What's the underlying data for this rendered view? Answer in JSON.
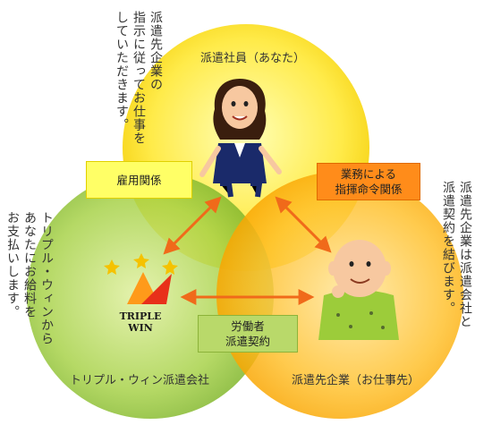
{
  "circles": {
    "worker": {
      "label": "派遣社員（あなた）",
      "color": "#ffe600"
    },
    "company": {
      "label": "トリプル・ウィン派遣会社",
      "color": "#8cc63f"
    },
    "client": {
      "label": "派遣先企業（お仕事先）",
      "color": "#ffb400"
    }
  },
  "logo": {
    "line1": "TRIPLE",
    "line2": "WIN"
  },
  "boxes": {
    "employment": {
      "lines": [
        "雇用関係"
      ]
    },
    "command": {
      "lines": [
        "業務による",
        "指揮命令関係"
      ]
    },
    "contract": {
      "lines": [
        "労働者",
        "派遣契約"
      ]
    }
  },
  "notes": {
    "top": [
      "派遣先企業の",
      "指示に従ってお仕事を",
      "していただきます。"
    ],
    "left": [
      "トリプル・ウィンから",
      "あなたにお給料を",
      "お支払いします。"
    ],
    "right": [
      "派遣先企業は派遣会社と",
      "派遣契約を結びます。"
    ]
  },
  "colors": {
    "arrow": "#f06a1a",
    "star": "#f5c200"
  }
}
